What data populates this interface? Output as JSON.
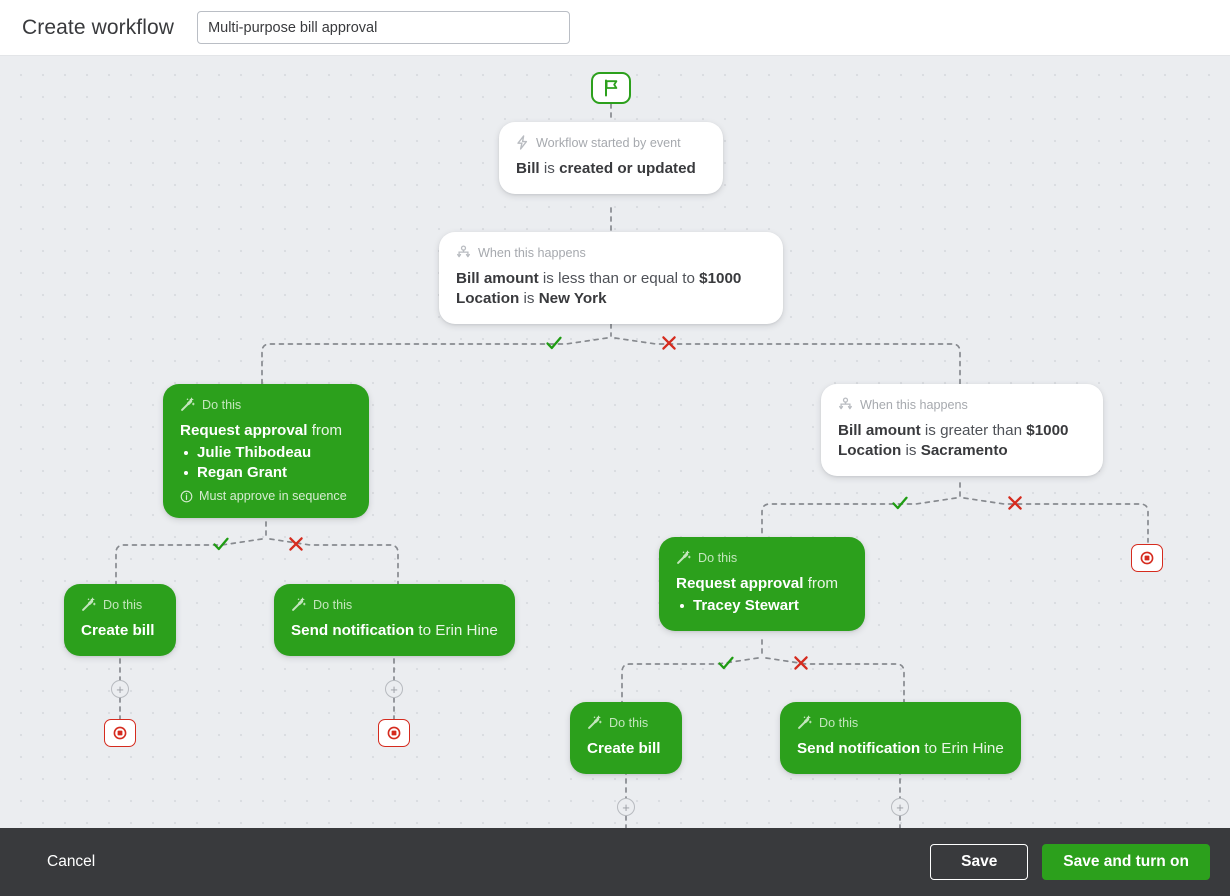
{
  "header": {
    "title": "Create workflow",
    "workflow_name_value": "Multi-purpose bill approval",
    "workflow_name_placeholder": "Workflow name"
  },
  "canvas": {
    "start_node_icon": "flag-icon",
    "add_node_label": "+",
    "nodes": [
      {
        "id": "trigger",
        "kind": "trigger",
        "eyebrow": "Workflow started by event",
        "eyebrow_icon": "bolt-icon",
        "line_bold_1": "Bill",
        "line_light_1": "is",
        "line_bold_2": "created or updated"
      },
      {
        "id": "condition-1",
        "kind": "condition",
        "eyebrow": "When this happens",
        "eyebrow_icon": "branch-icon",
        "row1_bold_1": "Bill amount",
        "row1_light": "is less than or equal to",
        "row1_bold_2": "$1000",
        "row2_bold_1": "Location",
        "row2_light": "is",
        "row2_bold_2": "New York"
      },
      {
        "id": "condition-2",
        "kind": "condition",
        "eyebrow": "When this happens",
        "eyebrow_icon": "branch-icon",
        "row1_bold_1": "Bill amount",
        "row1_light": "is greater than",
        "row1_bold_2": "$1000",
        "row2_bold_1": "Location",
        "row2_light": "is",
        "row2_bold_2": "Sacramento"
      },
      {
        "id": "approval-1",
        "kind": "action",
        "eyebrow": "Do this",
        "eyebrow_icon": "wand-icon",
        "title_bold": "Request approval",
        "title_light": "from",
        "approvers": [
          "Julie Thibodeau",
          "Regan Grant"
        ],
        "note": "Must approve in sequence",
        "note_icon": "info-icon"
      },
      {
        "id": "approval-2",
        "kind": "action",
        "eyebrow": "Do this",
        "eyebrow_icon": "wand-icon",
        "title_bold": "Request approval",
        "title_light": "from",
        "approvers": [
          "Tracey Stewart"
        ]
      },
      {
        "id": "create-bill-left",
        "kind": "action",
        "eyebrow": "Do this",
        "eyebrow_icon": "wand-icon",
        "title_bold": "Create bill",
        "title_light": ""
      },
      {
        "id": "send-notification-left",
        "kind": "action",
        "eyebrow": "Do this",
        "eyebrow_icon": "wand-icon",
        "title_bold": "Send notification",
        "title_light": "to Erin Hine"
      },
      {
        "id": "create-bill-right",
        "kind": "action",
        "eyebrow": "Do this",
        "eyebrow_icon": "wand-icon",
        "title_bold": "Create bill",
        "title_light": ""
      },
      {
        "id": "send-notification-right",
        "kind": "action",
        "eyebrow": "Do this",
        "eyebrow_icon": "wand-icon",
        "title_bold": "Send notification",
        "title_light": "to Erin Hine"
      }
    ],
    "branch_markers": {
      "yes_icon": "check-icon",
      "no_icon": "cross-icon"
    }
  },
  "footer": {
    "cancel_label": "Cancel",
    "save_label": "Save",
    "save_turn_on_label": "Save and turn on"
  },
  "colors": {
    "brand_green": "#2CA01C",
    "stop_red": "#D52B1E",
    "canvas_bg": "#EBEDF0",
    "footer_bg": "#393A3D",
    "text_dark": "#393A3D",
    "muted": "#A6A9AE"
  }
}
